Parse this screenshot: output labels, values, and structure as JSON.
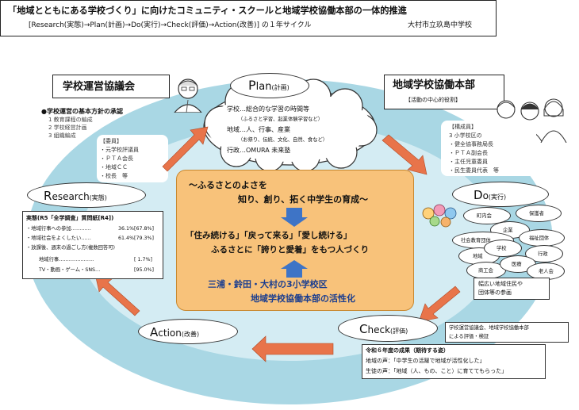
{
  "header": {
    "title": "「地域とともにある学校づくり」に向けたコミュニティ・スクールと地域学校協働本部の一体的推進",
    "cycle": "[Research(実態)→Plan(計画)→Do(実行)→Check(評価)→Action(改善)] の１年サイクル",
    "school": "大村市立玖島中学校"
  },
  "council": {
    "title": "学校運営協議会",
    "policy_head": "●学校運営の基本方針の承認",
    "policy_items": [
      "1 教育課程の編成",
      "2 学校経営計画",
      "3 組織編成"
    ],
    "members_head": "【委員】",
    "members": [
      "・元学校評議員",
      "・ＰＴＡ会長",
      "・地域ＣＣ",
      "・校長　等"
    ]
  },
  "honbu": {
    "title": "地域学校協働本部",
    "subtitle": "【活動の中心的役割】",
    "members_head": "【構成員】",
    "members": [
      "3 小学校区の",
      "・健全協事務局長",
      "・ＰＴＡ副会長",
      "・主任児童委員",
      "・民生委員代表　等"
    ]
  },
  "plan": {
    "title_big": "P",
    "title_rest": "lan",
    "title_sub": "(計画)",
    "lines": [
      "学校…総合的な学習の時間等",
      "（ふるさと学習、起業体験学習など）",
      "地域…人、行事、産業",
      "（お祭り、伝統、文化、自然、食など）",
      "行政…OMURA 未来塾"
    ]
  },
  "research": {
    "title_big": "R",
    "title_rest": "esearch",
    "title_sub": "(実態)",
    "box_head": "実態(R5「全学調査」質問紙[R4])",
    "rows": [
      {
        "label": "・地域行事への参加…………",
        "value": "36.1%[67.8%]"
      },
      {
        "label": "・地域社会をよくしたい……",
        "value": "61.4%[79.3%]"
      },
      {
        "label": "・放課後、週末の過ごし方(複数回答可)",
        "value": ""
      },
      {
        "label": "地域行事…………………",
        "value": "[ 1.7%]"
      },
      {
        "label": "TV・動画・ゲーム・SNS…",
        "value": "[95.0%]"
      }
    ]
  },
  "center": {
    "line1": "〜ふるさとのよさを",
    "line2": "知り、創り、拓く中学生の育成〜",
    "line3": "「住み続ける」「戻って来る」「愛し続ける」",
    "line4": "ふるさとに「誇りと愛着」をもつ人づくり",
    "line5": "三浦・鈴田・大村の3小学校区",
    "line6": "地域学校協働本部の活性化"
  },
  "do": {
    "title_big": "D",
    "title_rest": "o",
    "title_sub": "(実行)",
    "orgs": [
      "町内会",
      "保護者",
      "企業",
      "社会教育団体",
      "福祉団体",
      "地域",
      "学校",
      "行政",
      "商工会",
      "医療",
      "老人会"
    ],
    "caption": [
      "幅広い地域住民や",
      "団体等の参画"
    ]
  },
  "check": {
    "title_big": "C",
    "title_rest": "heck",
    "title_sub": "(評価)",
    "box": [
      "学校運営協議会、地域学校協働本部",
      "による評価・検証"
    ]
  },
  "action": {
    "title_big": "A",
    "title_rest": "ction",
    "title_sub": "(改善)"
  },
  "results": {
    "head": "令和６年度の成果（期待する姿）",
    "lines": [
      "地域の声：「中学生の活躍で地域が活性化した」",
      "生徒の声：「地域（人、もの、こと）に育ててもらった」"
    ]
  },
  "colors": {
    "ring": "#a9d7e4",
    "ring_inner": "#cfeaf1",
    "center_fill": "#f8c27a",
    "arrow": "#e8744a",
    "blue_arrow": "#3e74c6",
    "blue_text": "#1a3d8f"
  }
}
